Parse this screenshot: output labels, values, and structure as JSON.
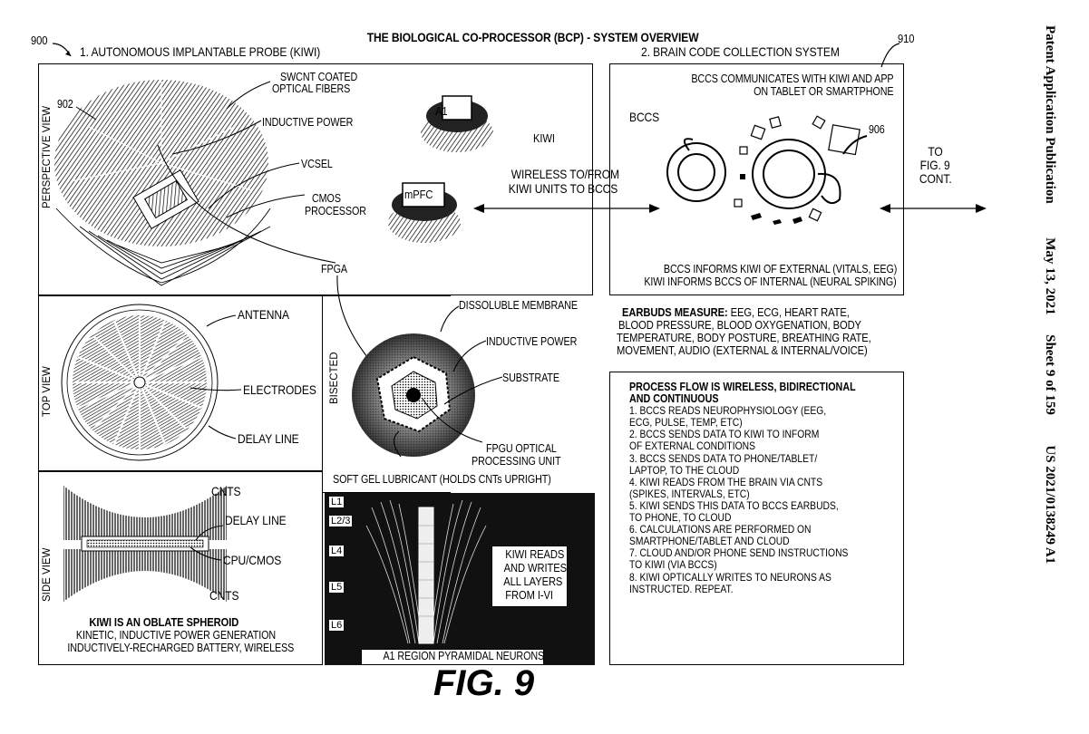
{
  "header": {
    "ref_900": "900",
    "ref_910": "910",
    "title": "THE BIOLOGICAL CO-PROCESSOR (BCP) - SYSTEM OVERVIEW",
    "section1": "1. AUTONOMOUS IMPLANTABLE PROBE (KIWI)",
    "section2": "2. BRAIN CODE COLLECTION SYSTEM"
  },
  "right_margin": {
    "publication": "Patent Application Publication",
    "date": "May 13, 2021",
    "sheet": "Sheet 9 of 159",
    "pub_number": "US 2021/0138249 A1"
  },
  "perspective": {
    "view_label": "PERSPECTIVE VIEW",
    "ref_902": "902",
    "swcnt_line1": "SWCNT COATED",
    "swcnt_line2": "OPTICAL FIBERS",
    "inductive": "INDUCTIVE POWER",
    "vcsel": "VCSEL",
    "cmos_line1": "CMOS",
    "cmos_line2": "PROCESSOR",
    "kiwi": "KIWI",
    "chip_a1": "A1",
    "chip_mpfc": "mPFC",
    "fpga": "FPGA"
  },
  "wireless": {
    "line1": "WIRELESS TO/FROM",
    "line2": "KIWI UNITS TO BCCS"
  },
  "bccs": {
    "comm_line1": "BCCS COMMUNICATES WITH KIWI AND APP",
    "comm_line2": "ON TABLET OR SMARTPHONE",
    "label": "BCCS",
    "ref_906": "906",
    "inform_line1": "BCCS INFORMS KIWI OF EXTERNAL (VITALS, EEG)",
    "inform_line2": "KIWI INFORMS BCCS OF INTERNAL (NEURAL SPIKING)"
  },
  "to_fig": {
    "line1": "TO",
    "line2": "FIG. 9",
    "line3": "CONT."
  },
  "top_view": {
    "view_label": "TOP VIEW",
    "antenna": "ANTENNA",
    "electrodes": "ELECTRODES",
    "delay_line": "DELAY LINE"
  },
  "bisected": {
    "view_label": "BISECTED",
    "dissoluble": "DISSOLUBLE MEMBRANE",
    "inductive": "INDUCTIVE POWER",
    "substrate": "SUBSTRATE",
    "fpgu_line1": "FPGU OPTICAL",
    "fpgu_line2": "PROCESSING UNIT",
    "gel": "SOFT GEL LUBRICANT (HOLDS CNTs UPRIGHT)"
  },
  "side_view": {
    "view_label": "SIDE VIEW",
    "cnts_top": "CNTS",
    "delay_line": "DELAY LINE",
    "cpu": "CPU/CMOS",
    "cnts_bottom": "CNTS",
    "oblate": "KIWI IS AN OBLATE SPHEROID",
    "desc_line1": "KINETIC, INDUCTIVE POWER GENERATION",
    "desc_line2": "INDUCTIVELY-RECHARGED BATTERY, WIRELESS"
  },
  "neurons": {
    "layers": [
      "L1",
      "L2/3",
      "L4",
      "L5",
      "L6"
    ],
    "reads_line1": "KIWI READS",
    "reads_line2": "AND WRITES",
    "reads_line3": "ALL LAYERS",
    "reads_line4": "FROM I-VI",
    "caption": "A1 REGION PYRAMIDAL NEURONS"
  },
  "earbuds": {
    "heading": "EARBUDS MEASURE:",
    "line1_rest": " EEG, ECG, HEART RATE,",
    "line2": "BLOOD PRESSURE, BLOOD OXYGENATION, BODY",
    "line3": "TEMPERATURE, BODY POSTURE, BREATHING RATE,",
    "line4": "MOVEMENT, AUDIO (EXTERNAL & INTERNAL/VOICE)"
  },
  "process": {
    "heading_line1": "PROCESS FLOW IS WIRELESS, BIDIRECTIONAL",
    "heading_line2": "AND CONTINUOUS",
    "lines": [
      "1. BCCS READS NEUROPHYSIOLOGY (EEG,",
      "ECG, PULSE, TEMP, ETC)",
      "2. BCCS SENDS DATA TO KIWI TO INFORM",
      "OF EXTERNAL CONDITIONS",
      "3. BCCS SENDS DATA TO PHONE/TABLET/",
      "LAPTOP, TO THE CLOUD",
      "4. KIWI READS FROM THE BRAIN VIA CNTS",
      "(SPIKES, INTERVALS, ETC)",
      "5. KIWI SENDS THIS DATA TO BCCS EARBUDS,",
      "TO PHONE, TO CLOUD",
      "6. CALCULATIONS ARE PERFORMED ON",
      "SMARTPHONE/TABLET AND CLOUD",
      "7. CLOUD AND/OR PHONE SEND INSTRUCTIONS",
      "TO KIWI (VIA BCCS)",
      "8. KIWI OPTICALLY WRITES TO NEURONS AS",
      "INSTRUCTED. REPEAT."
    ]
  },
  "figure_label": "FIG. 9"
}
